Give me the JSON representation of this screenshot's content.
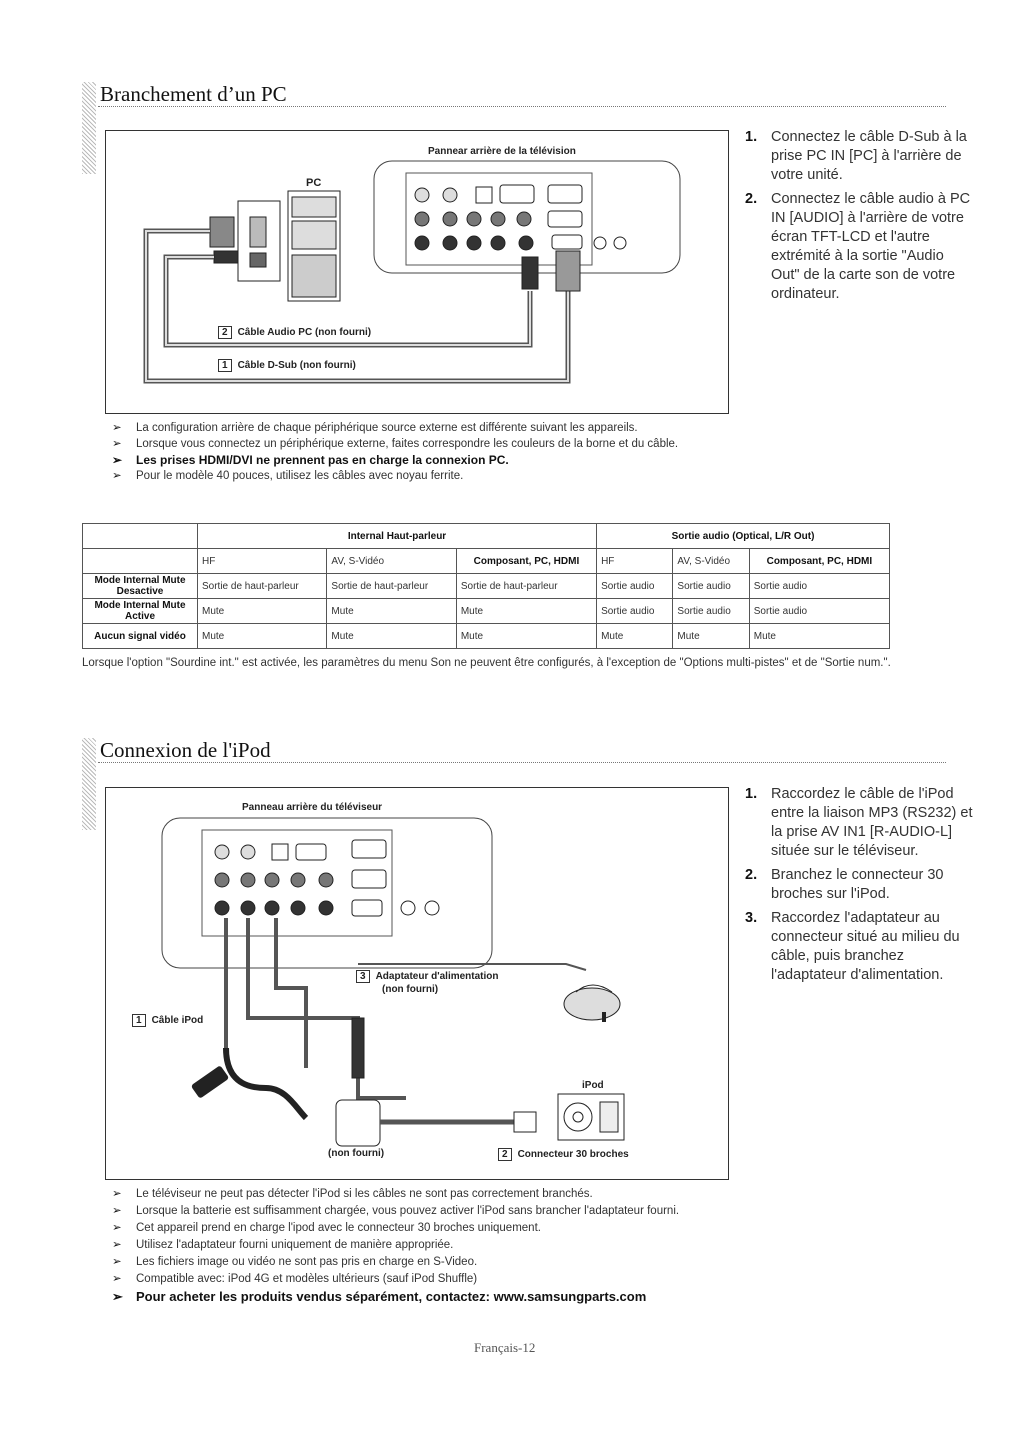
{
  "pc_section": {
    "title": "Branchement d’un PC",
    "diagram": {
      "panel_label": "Pannear arrière de la télévision",
      "pc_label": "PC",
      "cable_audio": {
        "num": "2",
        "label": "Câble Audio PC (non fourni)"
      },
      "cable_dsub": {
        "num": "1",
        "label": "Câble D-Sub (non fourni)"
      }
    },
    "steps": [
      {
        "num": "1.",
        "text": "Connectez le câble D-Sub à la prise PC IN [PC] à l'arrière de votre unité."
      },
      {
        "num": "2.",
        "text": "Connectez le câble audio à PC IN [AUDIO] à l'arrière de votre écran TFT-LCD et l'autre extrémité à la sortie \"Audio Out\" de la carte son de votre ordinateur."
      }
    ],
    "notes": [
      {
        "text": "La configuration arrière de chaque périphérique source externe est différente suivant les appareils.",
        "bold": false
      },
      {
        "text": "Lorsque vous connectez un périphérique externe, faites correspondre les couleurs de la borne et du câble.",
        "bold": false
      },
      {
        "text": "Les prises HDMI/DVI ne prennent pas en charge la connexion PC.",
        "bold": true
      },
      {
        "text": "Pour le modèle 40 pouces, utilisez les câbles avec noyau ferrite.",
        "bold": false
      }
    ]
  },
  "table": {
    "group_headers": [
      "Internal Haut-parleur",
      "Sortie audio (Optical, L/R Out)"
    ],
    "sub_headers": [
      "HF",
      "AV, S-Vidéo",
      "Composant, PC, HDMI",
      "HF",
      "AV, S-Vidéo",
      "Composant, PC, HDMI"
    ],
    "rows": [
      {
        "label": "Mode Internal Mute Desactive",
        "cells": [
          "Sortie de haut-parleur",
          "Sortie de haut-parleur",
          "Sortie de haut-parleur",
          "Sortie audio",
          "Sortie audio",
          "Sortie audio"
        ]
      },
      {
        "label": "Mode Internal Mute Active",
        "cells": [
          "Mute",
          "Mute",
          "Mute",
          "Sortie audio",
          "Sortie audio",
          "Sortie audio"
        ]
      },
      {
        "label": "Aucun signal vidéo",
        "cells": [
          "Mute",
          "Mute",
          "Mute",
          "Mute",
          "Mute",
          "Mute"
        ]
      }
    ],
    "footnote": "Lorsque l'option \"Sourdine int.\" est activée, les paramètres du menu Son ne peuvent être configurés, à l'exception de \"Options multi-pistes\" et de \"Sortie num.\"."
  },
  "ipod_section": {
    "title": "Connexion de l'iPod",
    "diagram": {
      "panel_label": "Panneau arrière du téléviseur",
      "cable_ipod": {
        "num": "1",
        "label": "Câble iPod"
      },
      "adapter": {
        "num": "3",
        "label": "Adaptateur d'alimentation",
        "sub": "(non fourni)"
      },
      "ipod_label": "iPod",
      "non_fourni": "(non fourni)",
      "connector": {
        "num": "2",
        "label": "Connecteur 30 broches"
      }
    },
    "steps": [
      {
        "num": "1.",
        "text": "Raccordez le câble de l'iPod entre la liaison MP3 (RS232) et la prise AV IN1 [R-AUDIO-L] située sur le téléviseur."
      },
      {
        "num": "2.",
        "text": "Branchez le connecteur 30 broches sur l'iPod."
      },
      {
        "num": "3.",
        "text": "Raccordez l'adaptateur au connecteur situé au milieu du câble, puis branchez l'adaptateur d'alimentation."
      }
    ],
    "notes": [
      {
        "text": "Le téléviseur ne peut pas détecter l'iPod si les câbles ne sont pas correctement branchés.",
        "bold": false
      },
      {
        "text": "Lorsque la batterie est suffisamment chargée, vous pouvez activer l'iPod sans brancher l'adaptateur fourni.",
        "bold": false
      },
      {
        "text": "Cet appareil prend en charge l'ipod avec le connecteur 30 broches uniquement.",
        "bold": false
      },
      {
        "text": "Utilisez l'adaptateur fourni uniquement de manière appropriée.",
        "bold": false
      },
      {
        "text": "Les fichiers image ou vidéo ne sont pas pris en charge en S-Video.",
        "bold": false
      },
      {
        "text": "Compatible avec: iPod 4G et modèles ultérieurs (sauf iPod Shuffle)",
        "bold": false
      },
      {
        "text": "Pour acheter les produits vendus séparément, contactez: www.samsungparts.com",
        "bold": true
      }
    ]
  },
  "footer": "Français-12",
  "arrow_glyph": "➢",
  "icons": {
    "bullet": "arrow-bullet-icon",
    "section_marker": "striped-bar-icon"
  }
}
